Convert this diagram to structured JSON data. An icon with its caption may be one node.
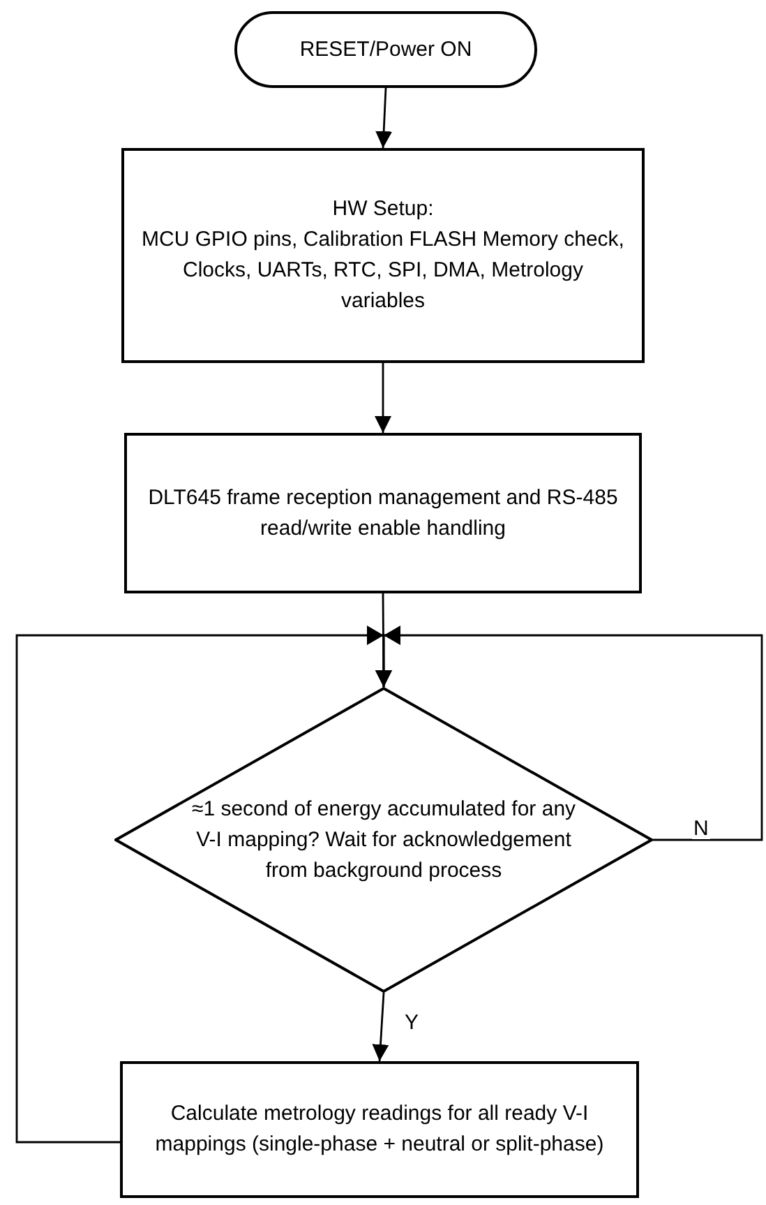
{
  "diagram": {
    "nodes": [
      {
        "text": [
          "RESET/Power ON"
        ]
      },
      {
        "text": [
          "HW Setup:",
          "MCU GPIO pins, Calibration FLASH Memory check, Clocks, UARTs, RTC, SPI, DMA, Metrology variables"
        ]
      },
      {
        "text": [
          "DLT645 frame reception management and RS-485 read/write enable handling"
        ]
      },
      {
        "text": [
          "≈1 second of energy accumulated for any V-I mapping? Wait for acknowledgement from background process"
        ]
      },
      {
        "text": [
          "Calculate metrology readings for all ready V-I mappings (single-phase + neutral or split-phase)"
        ]
      }
    ],
    "edges": [
      {
        "from": 0,
        "to": 1,
        "arrow": "to"
      },
      {
        "from": 1,
        "to": 2,
        "arrow": "to"
      },
      {
        "from": 2,
        "to": 3,
        "arrow": "to"
      },
      {
        "from": 3,
        "to": 4,
        "arrow": "to",
        "label": "Y"
      },
      {
        "from": 3,
        "to": 3,
        "arrow": "to",
        "label": "N"
      },
      {
        "from": 4,
        "to": 3,
        "arrow": "to"
      }
    ]
  }
}
